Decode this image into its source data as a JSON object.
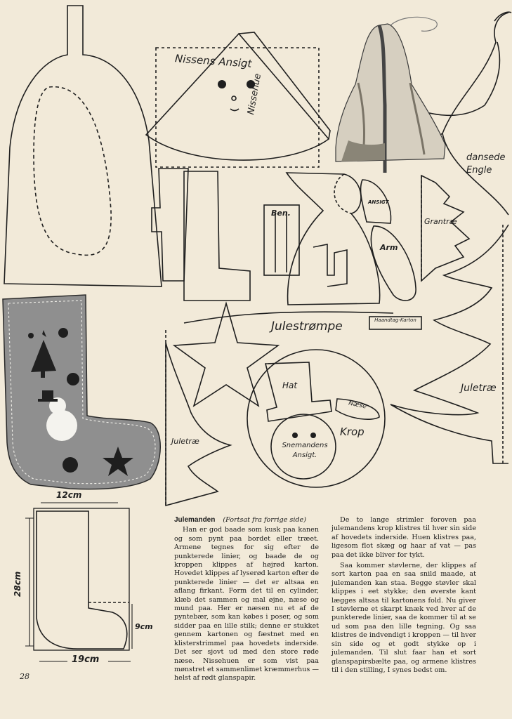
{
  "labels": {
    "nissens_ansigt": "Nissens Ansigt",
    "nissehue": "Nissehue",
    "dansede_engle": "dansede Engle",
    "ben": "Ben.",
    "ansigt": "ANSIGT",
    "arm": "Arm",
    "grantrae": "Grantræ",
    "julestrompe": "Julestrømpe",
    "haandtag_karton": "Haandtag-Karton",
    "juletrae_right": "Juletræ",
    "hat": "Hat",
    "naese": "Næse",
    "krop": "Krop",
    "snemandens_ansigt": "Snemandens Ansigt.",
    "juletrae_left": "Juletræ",
    "dim_12cm": "12cm",
    "dim_28cm": "28cm",
    "dim_9cm": "9cm",
    "dim_19cm": "19cm"
  },
  "article": {
    "title": "Julemanden",
    "subtitle": "(Fortsat fra forrige side)",
    "para1": "Han er god baade som kusk paa kanen og som pynt paa bordet eller træet. Armene tegnes for sig efter de punkterede linier, og baade de og kroppen klippes af højrød karton. Hovedet klippes af lyserød karton efter de punkterede linier — det er altsaa en aflang firkant. Form det til en cylinder, klæb det sammen og mal øjne, næse og mund paa. Her er næsen nu et af de pyntebær, som kan købes i poser, og som sidder paa en lille stilk; denne er stukket gennem kartonen og fæstnet med en klisterstrimmel paa hovedets inderside. Det ser sjovt ud med den store røde næse. Nissehuen er som vist paa mønstret et sammenlimet kræmmerhus — helst af rødt glanspapir.",
    "para2": "De to lange strimler foroven paa julemandens krop klistres til hver sin side af hovedets inderside. Huen klistres paa, ligesom flot skæg og haar af vat — pas paa det ikke bliver for tykt.",
    "para3": "Saa kommer støvlerne, der klippes af sort karton paa en saa snild maade, at julemanden kan staa. Begge støvler skal klippes i eet stykke; den øverste kant lægges altsaa til kartonens fold. Nu giver I støvlerne et skarpt knæk ved hver af de punkterede linier, saa de kommer til at se ud som paa den lille tegning. Og saa klistres de indvendigt i kroppen — til hver sin side og et godt stykke op i julemanden. Til slut faar han et sort glanspapirsbælte paa, og armene klistres til i den stilling, I synes bedst om."
  },
  "page_number": "28",
  "colors": {
    "paper": "#f2ead9",
    "ink": "#1f1f1f",
    "felt": "#8a8a8a"
  },
  "icons": [
    "bell-ornament-photo",
    "felt-stocking-photo",
    "tree-icon",
    "snowman-icon",
    "star-icon"
  ]
}
